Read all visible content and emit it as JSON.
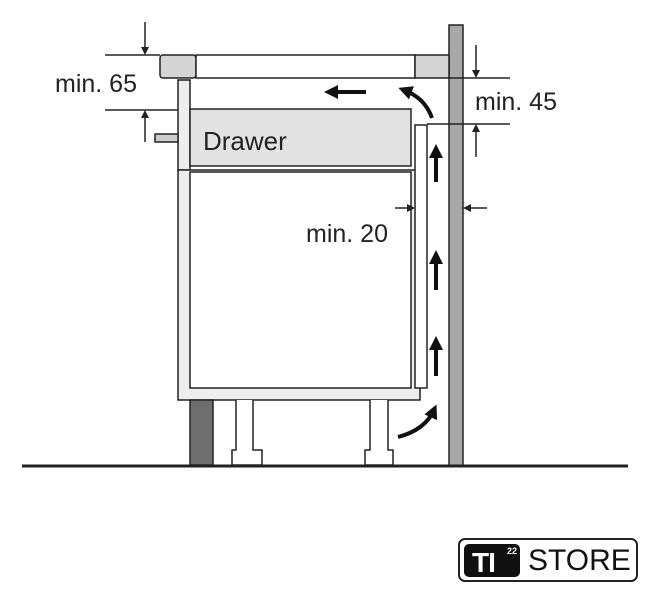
{
  "labels": {
    "top_clearance": "min. 65",
    "back_clearance": "min. 45",
    "wall_gap": "min. 20",
    "drawer": "Drawer"
  },
  "logo": {
    "mark": "TI",
    "superscript": "22",
    "word": "STORE"
  },
  "colors": {
    "line": "#222222",
    "panel": "#e6e6e6",
    "wall": "#a8a8a8",
    "plinth": "#6e6e6e"
  }
}
